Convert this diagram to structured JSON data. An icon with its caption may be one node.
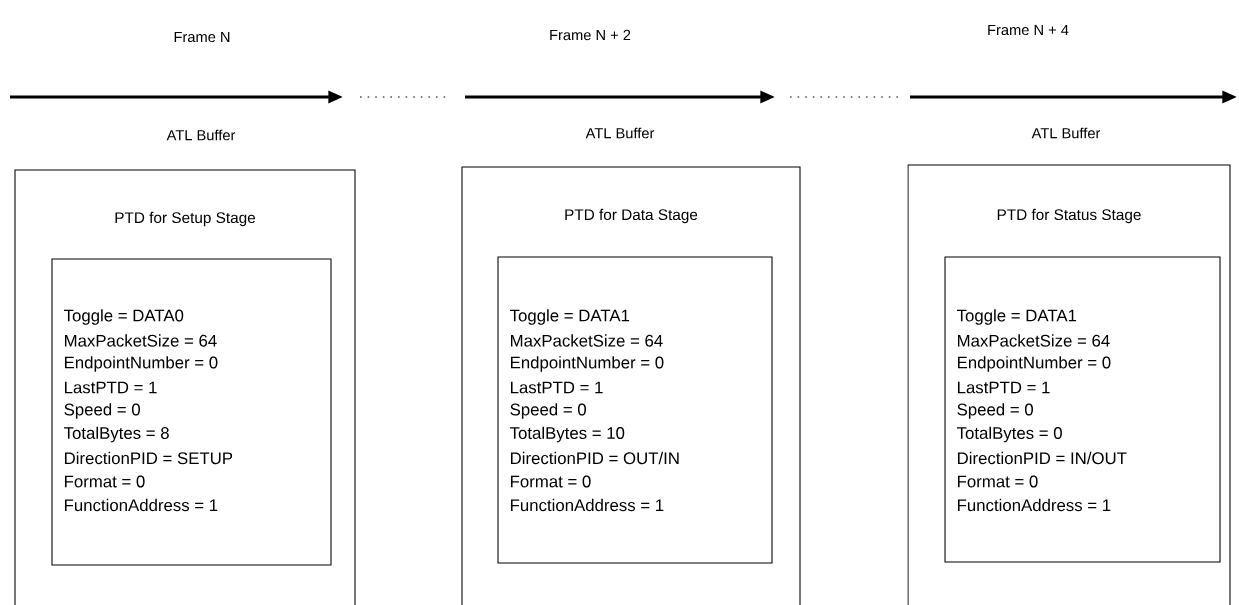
{
  "diagram": {
    "nodes": [
      {
        "text": [
          "ATL Buffer",
          "PTD for Setup Stage"
        ]
      },
      {
        "text": [
          "Toggle = DATA0",
          "MaxPacketSize = 64",
          "EndpointNumber = 0",
          "LastPTD = 1",
          "Speed = 0",
          "TotalBytes = 8",
          "DirectionPID = SETUP",
          "Format = 0",
          "FunctionAddress = 1"
        ],
        "in": 0
      },
      {
        "text": [
          "ATL Buffer",
          "PTD for Data Stage"
        ]
      },
      {
        "text": [
          "Toggle = DATA1",
          "MaxPacketSize = 64",
          "EndpointNumber = 0",
          "LastPTD = 1",
          "Speed = 0",
          "TotalBytes = 10",
          "DirectionPID = OUT/IN",
          "Format = 0",
          "FunctionAddress = 1"
        ],
        "in": 2
      },
      {
        "text": [
          "ATL Buffer",
          "PTD for Status Stage"
        ]
      },
      {
        "text": [
          "Toggle = DATA1",
          "MaxPacketSize = 64",
          "EndpointNumber = 0",
          "LastPTD = 1",
          "Speed = 0",
          "TotalBytes = 0",
          "DirectionPID = IN/OUT",
          "Format = 0",
          "FunctionAddress = 1"
        ],
        "in": 4
      }
    ],
    "labels": [
      "Frame N",
      "Frame N + 2",
      "Frame N + 4"
    ]
  }
}
